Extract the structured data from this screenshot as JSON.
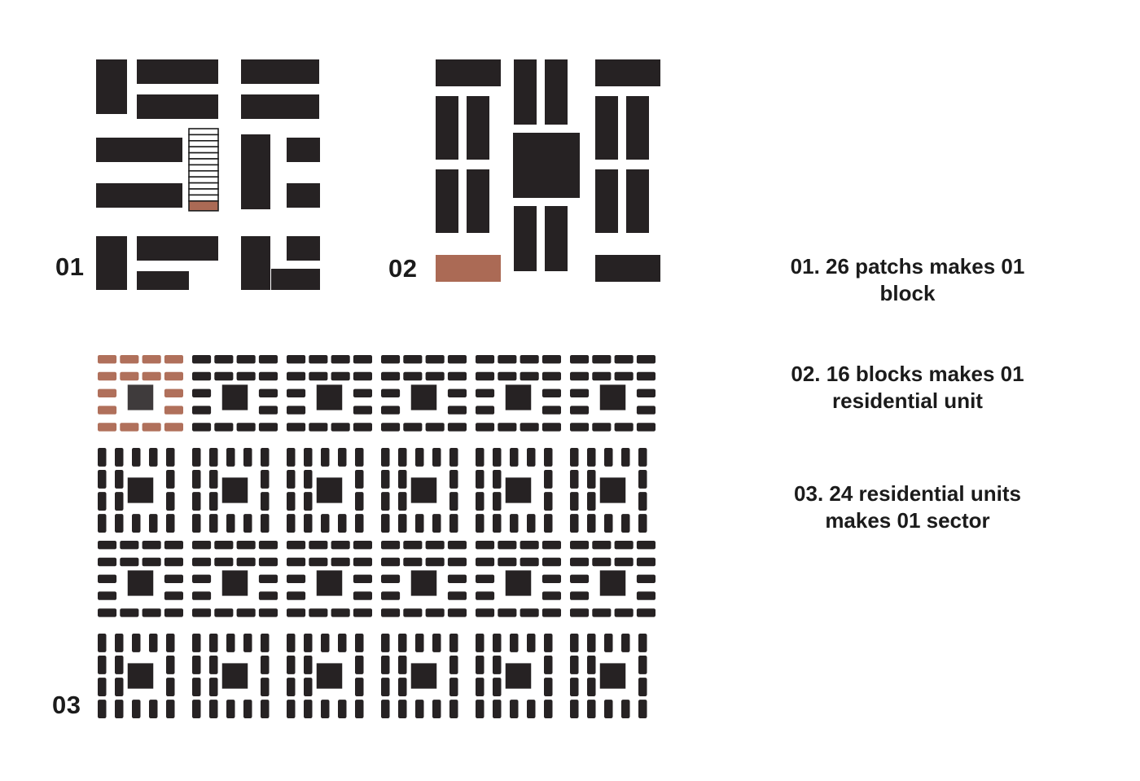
{
  "page": {
    "background_color": "#ffffff"
  },
  "colors": {
    "dark": "#262223",
    "accent": "#ab6a55",
    "accent_unit": "#b0705b",
    "unit_center": "#3f3b3c",
    "ladder_fill": "#ffffff",
    "ladder_stroke": "#1d1d1d",
    "text": "#1b1b1b"
  },
  "figures": {
    "block": {
      "label": "01"
    },
    "residential_unit": {
      "label": "02"
    },
    "sector": {
      "label": "03",
      "grid_rows": 4,
      "grid_cols": 6,
      "highlighted_unit": "top-left"
    }
  },
  "legend": {
    "items": [
      {
        "line1": "01. 26 patchs makes 01",
        "line2": "block",
        "full_text": "01. 26 patchs makes 01 block"
      },
      {
        "line1": "02. 16 blocks makes 01",
        "line2": "residential unit",
        "full_text": "02. 16 blocks makes 01 residential unit"
      },
      {
        "line1": "03. 24 residential units",
        "line2": "makes 01 sector",
        "full_text": "03. 24 residential units makes 01 sector"
      }
    ]
  }
}
